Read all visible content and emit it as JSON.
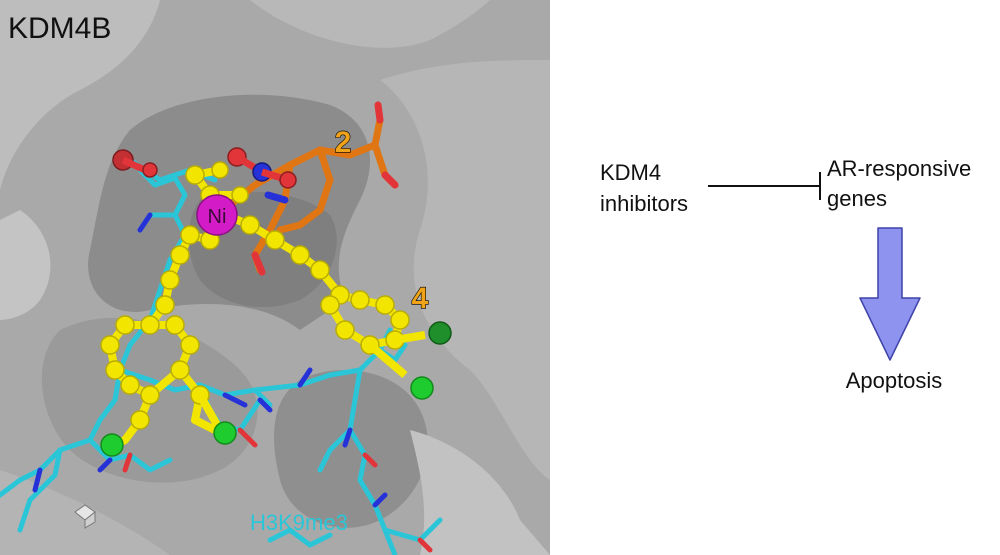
{
  "panel_left": {
    "protein_label": "KDM4B",
    "metal_label": "Ni",
    "compound_labels": [
      "2",
      "4"
    ],
    "peptide_label": "H3K9me3"
  },
  "panel_right": {
    "inhibitor_label_lines": [
      "KDM4",
      "inhibitors"
    ],
    "target_label_lines": [
      "AR-responsive",
      "genes"
    ],
    "outcome_label": "Apoptosis"
  },
  "colors": {
    "surface": "#a9a9a9",
    "surface_shadow": "#8e8e8e",
    "surface_light": "#c6c6c6",
    "peptide": "#2ac6d8",
    "compound_4": "#f2e600",
    "compound_2": "#e07514",
    "metal": "#d31cc7",
    "chlorine": "#1fcc2f",
    "oxygen": "#e2353a",
    "nitrogen": "#2631d8",
    "label_number": "#f0a318",
    "arrow_fill": "#8e93f0",
    "arrow_stroke": "#3f43a8"
  }
}
